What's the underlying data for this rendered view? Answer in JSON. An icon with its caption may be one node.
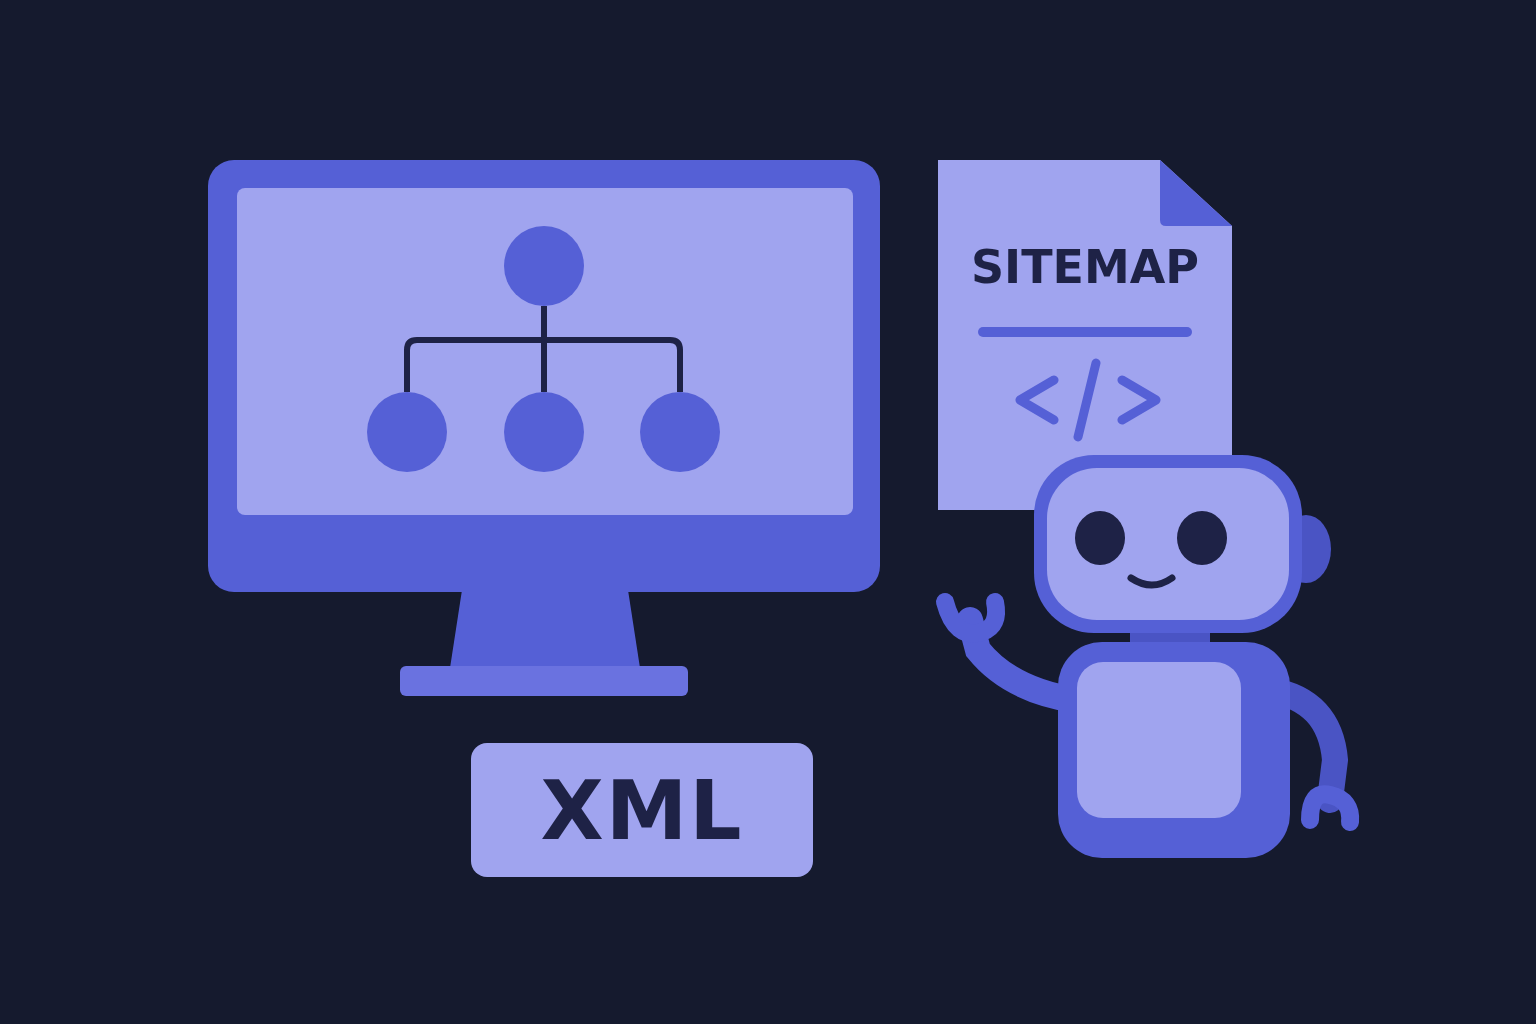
{
  "diagram": {
    "nodes": [
      {
        "text": [],
        "shape": "circle"
      },
      {
        "text": [],
        "shape": "circle"
      },
      {
        "text": [],
        "shape": "circle"
      },
      {
        "text": [],
        "shape": "circle"
      },
      {
        "text": [
          "XML"
        ]
      },
      {
        "text": [
          "SITEMAP"
        ]
      }
    ],
    "edges": [
      {
        "from": 0,
        "to": 1,
        "arrow": "none"
      },
      {
        "from": 0,
        "to": 2,
        "arrow": "none"
      },
      {
        "from": 0,
        "to": 3,
        "arrow": "none"
      }
    ]
  }
}
